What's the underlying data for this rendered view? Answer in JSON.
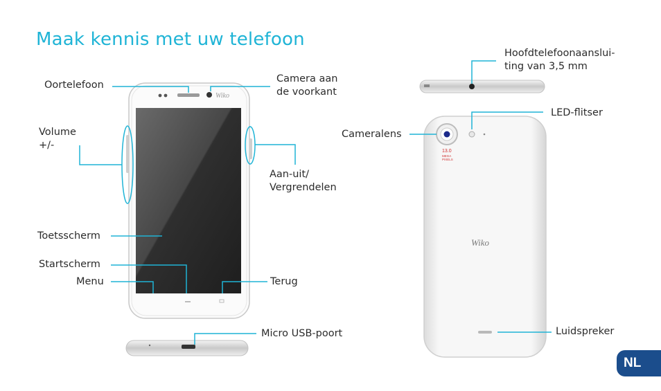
{
  "title": "Maak kennis met uw telefoon",
  "labels": {
    "earpiece": "Oortelefoon",
    "front_camera": "Camera aan de voorkant",
    "volume": "Volume +/-",
    "power": "Aan-uit/ Vergrendelen",
    "touchscreen": "Toetsscherm",
    "home": "Startscherm",
    "menu": "Menu",
    "back": "Terug",
    "usb": "Micro USB-poort",
    "headphone": "Hoofdtelefoonaanslui-ting van 3,5 mm",
    "led_flash": "LED-flitser",
    "camera_lens": "Cameralens",
    "speaker": "Luidspreker"
  },
  "language_badge": "NL",
  "brand_logo": "Wiko",
  "camera_spec": "13.0 MEGA PIXELS",
  "colors": {
    "accent": "#1fb4d6",
    "badge": "#1b4d8c"
  }
}
